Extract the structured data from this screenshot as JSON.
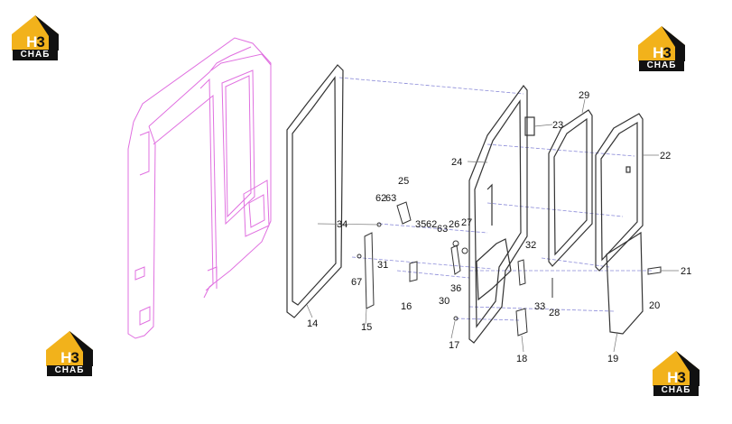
{
  "logos": [
    {
      "prefix": "Н",
      "number": "3",
      "sub": "СНАБ"
    },
    {
      "prefix": "Н",
      "number": "3",
      "sub": "СНАБ"
    },
    {
      "prefix": "Н",
      "number": "3",
      "sub": "СНАБ"
    },
    {
      "prefix": "Н",
      "number": "3",
      "sub": "СНАБ"
    }
  ],
  "part_labels": [
    "14",
    "15",
    "16",
    "17",
    "18",
    "19",
    "20",
    "21",
    "22",
    "23",
    "24",
    "25",
    "26",
    "27",
    "28",
    "29",
    "30",
    "31",
    "32",
    "33",
    "34",
    "35",
    "36",
    "62",
    "63",
    "67"
  ],
  "colors": {
    "cab_frame": "#e070e0",
    "parts": "#333333",
    "leader_lines": "#8a8ad8",
    "logo_gold": "#f2b21b",
    "logo_dark": "#111111"
  }
}
